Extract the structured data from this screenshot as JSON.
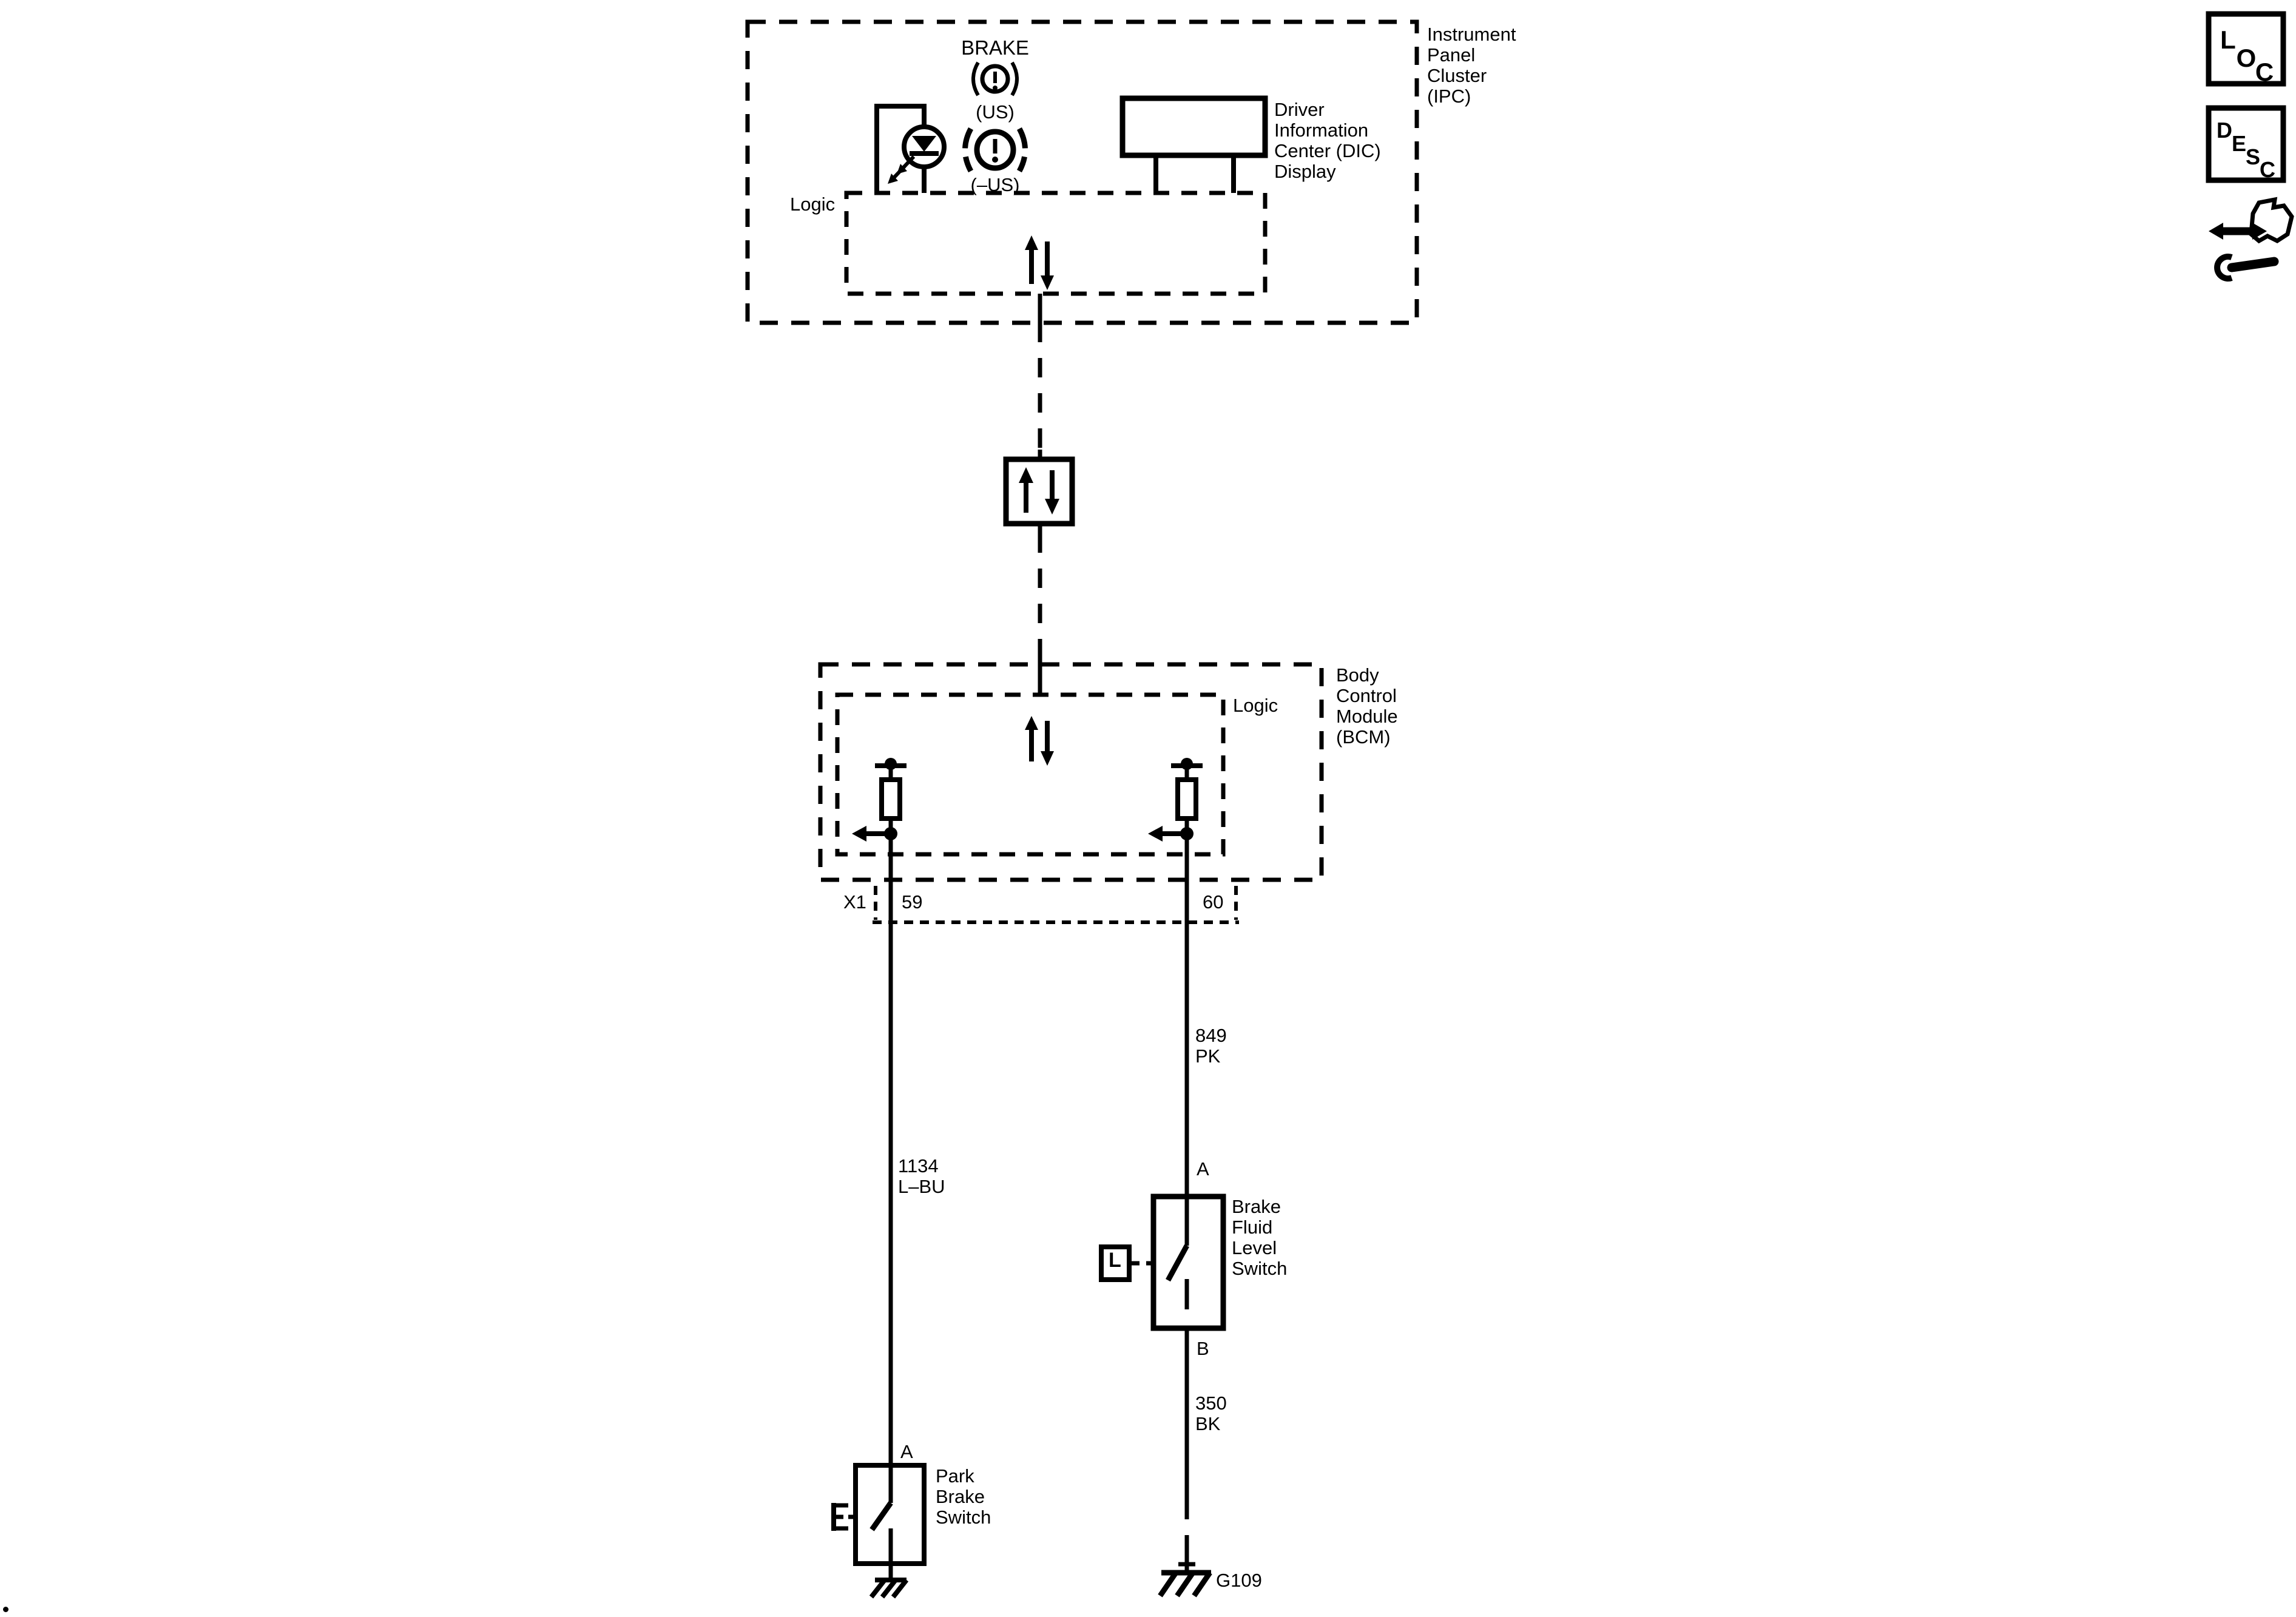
{
  "ipc": {
    "title": "Instrument\nPanel\nCluster\n(IPC)",
    "brake_label": "BRAKE",
    "us_label": "(US)",
    "non_us_label": "(–US)",
    "logic_label": "Logic",
    "dic_label": "Driver\nInformation\nCenter (DIC)\nDisplay"
  },
  "bcm": {
    "title": "Body\nControl\nModule\n(BCM)",
    "logic_label": "Logic",
    "connector_label": "X1",
    "pin_59": "59",
    "pin_60": "60"
  },
  "wires": {
    "park_brake_signal": "1134\nL–BU",
    "brake_fluid_signal": "849\nPK",
    "ground_wire": "350\nBK"
  },
  "park_brake_switch": {
    "label": "Park\nBrake\nSwitch",
    "pin_a": "A"
  },
  "brake_fluid_level_switch": {
    "label": "Brake\nFluid\nLevel\nSwitch",
    "pin_a": "A",
    "pin_b": "B",
    "level_indicator": "L"
  },
  "ground": {
    "label": "G109"
  },
  "corner_icons": {
    "loc": [
      "L",
      "O",
      "C"
    ],
    "desc": [
      "D",
      "E",
      "S",
      "C"
    ]
  },
  "colors": {
    "line": "#000000",
    "background": "#ffffff"
  }
}
